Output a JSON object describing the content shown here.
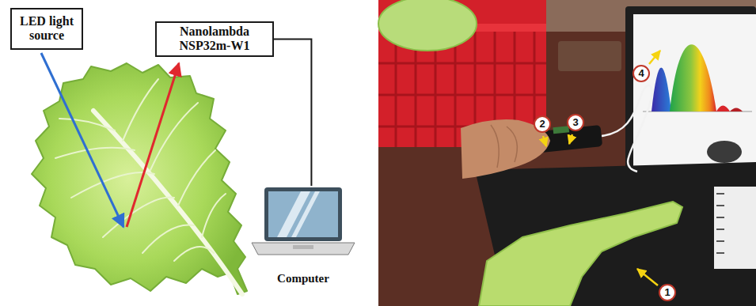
{
  "diagram": {
    "nodes": [
      {
        "text": [
          "LED light source"
        ]
      },
      {
        "text": [
          "Nanolambda NSP32m-W1"
        ]
      },
      {
        "text": [
          "Computer"
        ]
      }
    ],
    "edges": [
      {
        "from": 1,
        "to": 2,
        "arrow": "none"
      }
    ],
    "labels": [
      "1",
      "2",
      "3",
      "4"
    ]
  }
}
